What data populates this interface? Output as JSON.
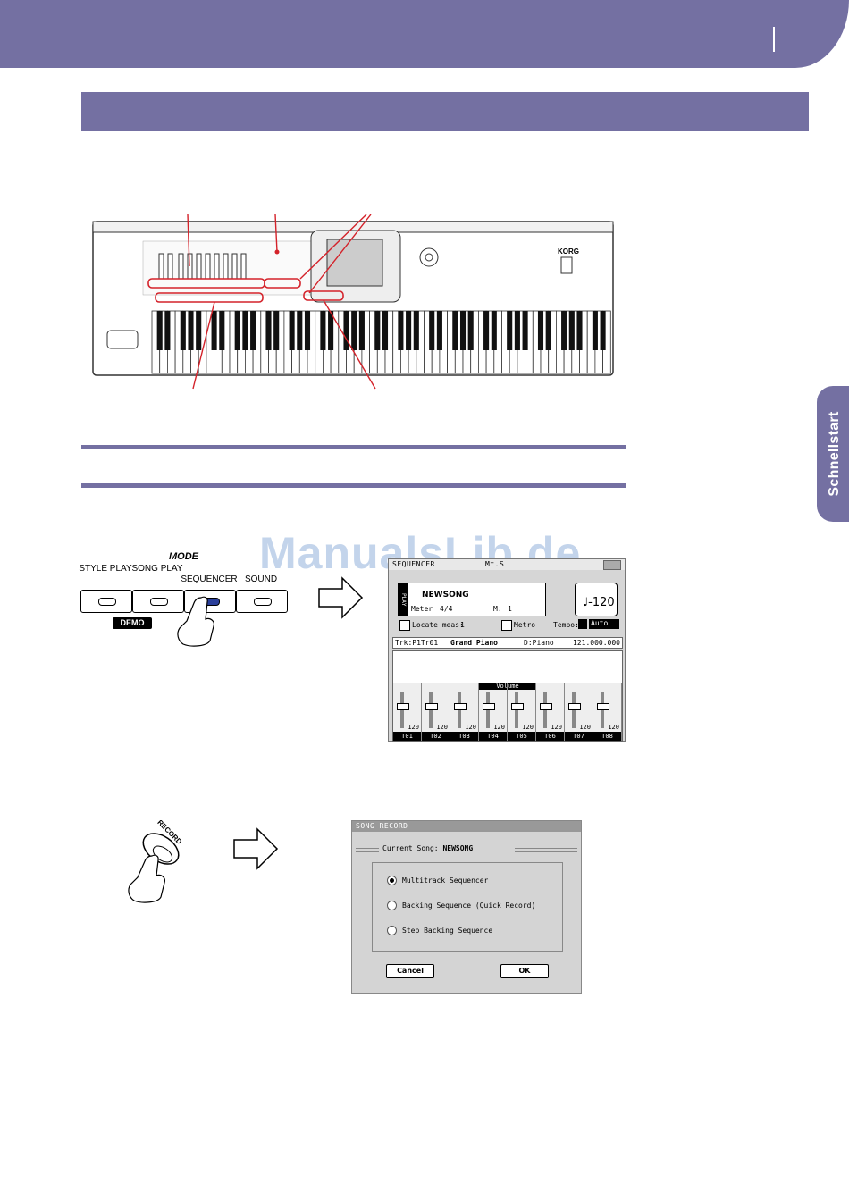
{
  "sidebar_tab": {
    "label": "Schnellstart"
  },
  "watermark": "ManualsLib.de",
  "mode_panel": {
    "title": "MODE",
    "buttons": [
      {
        "label": "STYLE PLAY"
      },
      {
        "label": "SONG PLAY"
      },
      {
        "label": "SEQUENCER"
      },
      {
        "label": "SOUND"
      }
    ],
    "demo": "DEMO"
  },
  "record_button": {
    "label": "RECORD"
  },
  "keyboard": {
    "brand": "KORG"
  },
  "sequencer_display": {
    "header": "SEQUENCER",
    "header_mode": "Mt.S",
    "song_name": "NEWSONG",
    "play_letters": "PLAY",
    "meter_label": "Meter",
    "meter_value": "4/4",
    "measure_label": "M:",
    "measure_value": "1",
    "tempo_value": "♩-120",
    "locate_label": "Locate meas:",
    "locate_value": "1",
    "metro_label": "Metro",
    "tempo_label": "Tempo:",
    "tempo_mode": "Auto",
    "track_label": "Trk:P1Tr01",
    "track_sound": "Grand Piano",
    "track_bank": "D:Piano",
    "track_prog": "121.000.000",
    "volume_label": "Volume",
    "tracks": [
      {
        "label": "T01",
        "vol": "120"
      },
      {
        "label": "T02",
        "vol": "120"
      },
      {
        "label": "T03",
        "vol": "120"
      },
      {
        "label": "T04",
        "vol": "120"
      },
      {
        "label": "T05",
        "vol": "120"
      },
      {
        "label": "T06",
        "vol": "120"
      },
      {
        "label": "T07",
        "vol": "120"
      },
      {
        "label": "T08",
        "vol": "120"
      }
    ]
  },
  "song_record_dialog": {
    "title": "SONG RECORD",
    "current_song_label": "Current Song:",
    "current_song": "NEWSONG",
    "options": [
      {
        "label": "Multitrack Sequencer",
        "selected": true
      },
      {
        "label": "Backing Sequence (Quick Record)",
        "selected": false
      },
      {
        "label": "Step Backing Sequence",
        "selected": false
      }
    ],
    "cancel": "Cancel",
    "ok": "OK"
  },
  "colors": {
    "band": "#7470a2",
    "highlight": "#d4222a"
  }
}
